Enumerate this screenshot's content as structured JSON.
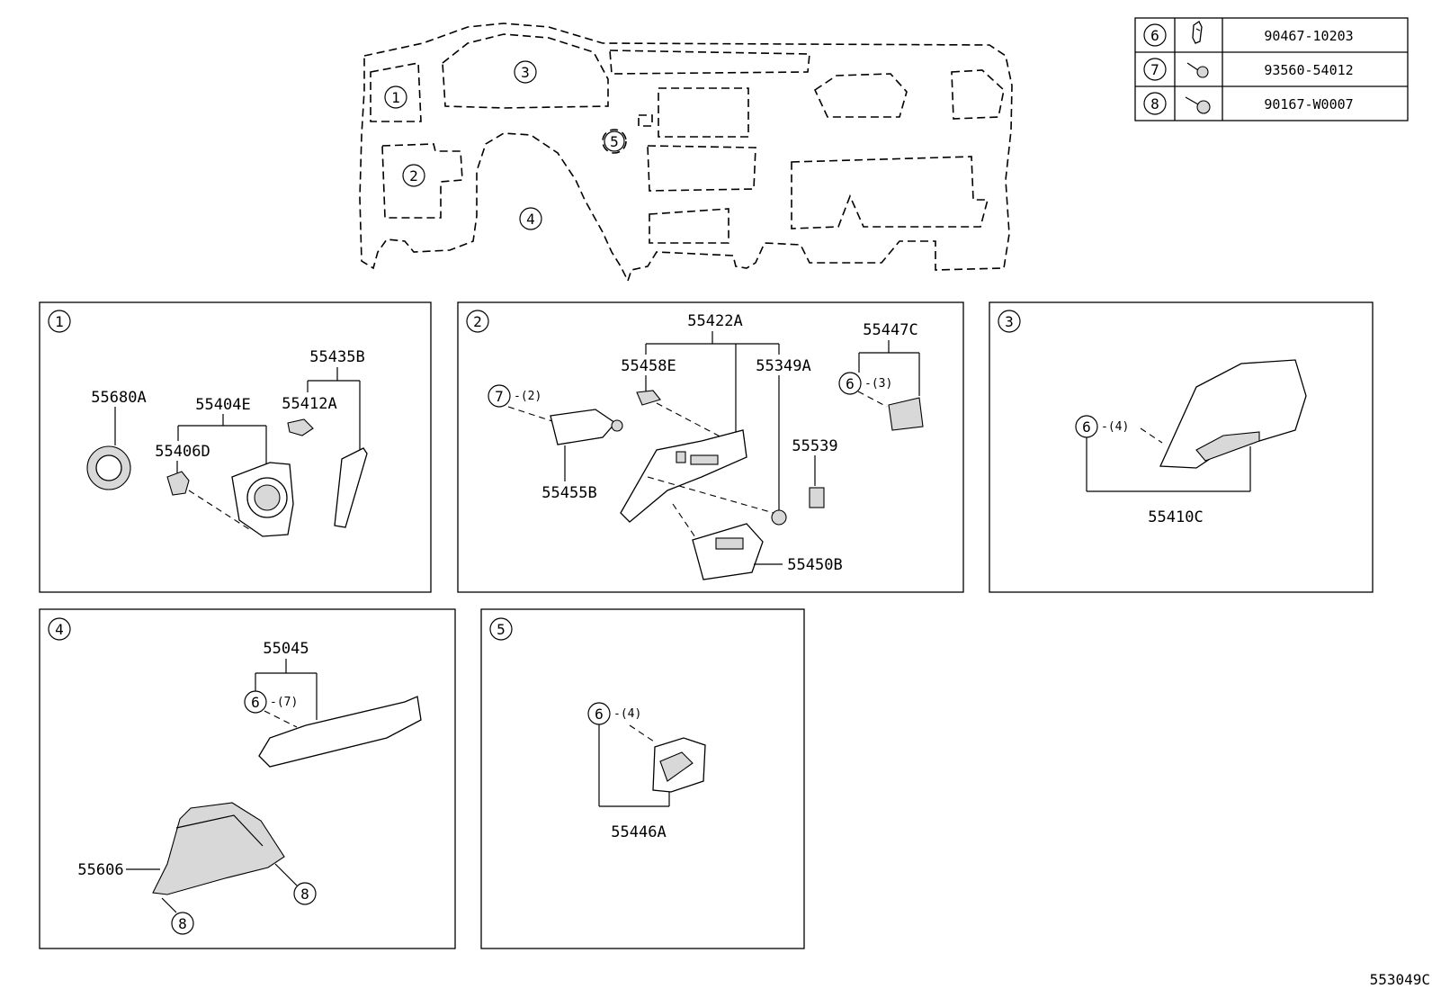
{
  "fasteners": [
    {
      "ref": "6",
      "part_no": "90467-10203",
      "icon": "clip-icon"
    },
    {
      "ref": "7",
      "part_no": "93560-54012",
      "icon": "screw-icon"
    },
    {
      "ref": "8",
      "part_no": "90167-W0007",
      "icon": "bolt-icon"
    }
  ],
  "overview": {
    "zones": [
      "1",
      "2",
      "3",
      "4",
      "5"
    ]
  },
  "panels": {
    "p1": {
      "num": "1",
      "parts": {
        "a": "55680A",
        "b": "55404E",
        "c": "55406D",
        "d": "55435B",
        "e": "55412A"
      }
    },
    "p2": {
      "num": "2",
      "parts": {
        "a": "55422A",
        "b": "55458E",
        "c": "55349A",
        "d": "55447C",
        "e": "55539",
        "f": "55455B",
        "g": "55450B"
      },
      "callouts": {
        "c7_ref": "7",
        "c7_qty": "(2)",
        "c6_ref": "6",
        "c6_qty": "(3)"
      }
    },
    "p3": {
      "num": "3",
      "parts": {
        "a": "55410C"
      },
      "callouts": {
        "c6_ref": "6",
        "c6_qty": "(4)"
      }
    },
    "p4": {
      "num": "4",
      "parts": {
        "a": "55045",
        "b": "55606"
      },
      "callouts": {
        "c6_ref": "6",
        "c6_qty": "(7)",
        "c8a_ref": "8",
        "c8b_ref": "8"
      }
    },
    "p5": {
      "num": "5",
      "parts": {
        "a": "55446A"
      },
      "callouts": {
        "c6_ref": "6",
        "c6_qty": "(4)"
      }
    }
  },
  "figure_id": "553049C"
}
